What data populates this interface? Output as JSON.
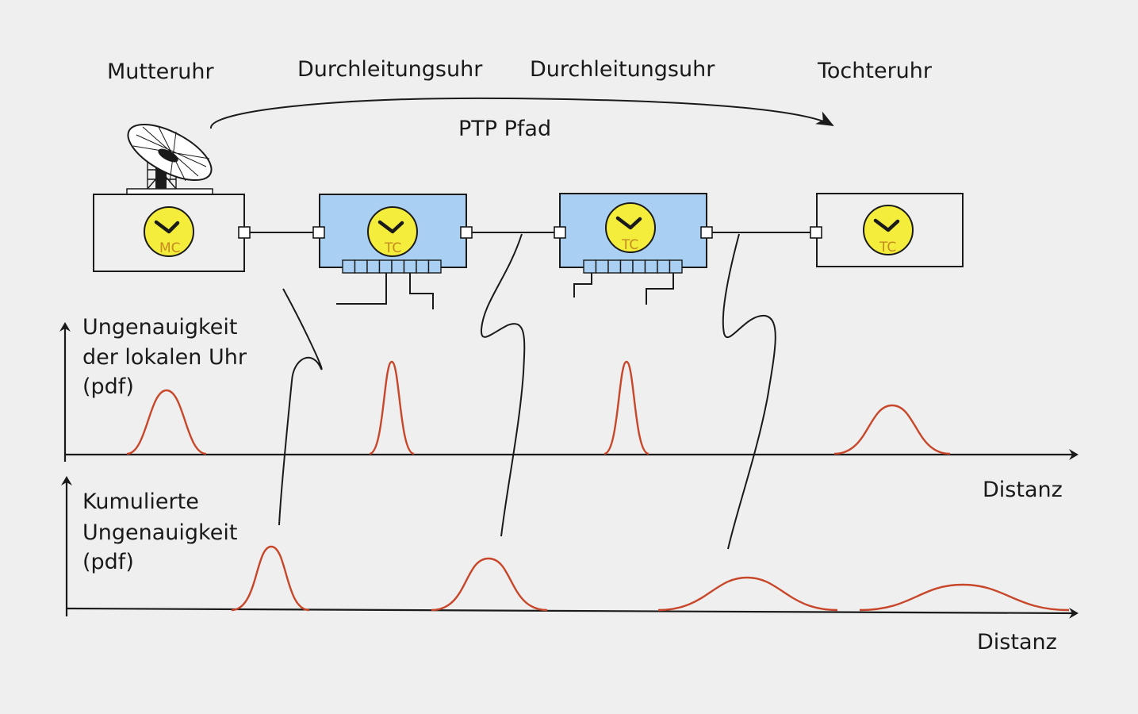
{
  "labels": {
    "master": "Mutteruhr",
    "transparent1": "Durchleitungsuhr",
    "transparent2": "Durchleitungsuhr",
    "slave": "Tochteruhr",
    "path": "PTP Pfad",
    "local_axis": [
      "Ungenauigkeit",
      "der lokalen Uhr",
      "(pdf)"
    ],
    "cumulative_axis": [
      "Kumulierte",
      "Ungenauigkeit",
      "(pdf)"
    ],
    "distance1": "Distanz",
    "distance2": "Distanz"
  },
  "clocks": {
    "mc": "MC",
    "tc1": "TC",
    "tc2": "TC",
    "oc": "TC"
  },
  "colors": {
    "background": "#efefef",
    "tc_fill": "#a9cff2",
    "clock_face": "#f4ed3c",
    "pdf_curve": "#c8472a"
  },
  "icons": [
    "satellite-dish-icon",
    "clock-icon"
  ]
}
